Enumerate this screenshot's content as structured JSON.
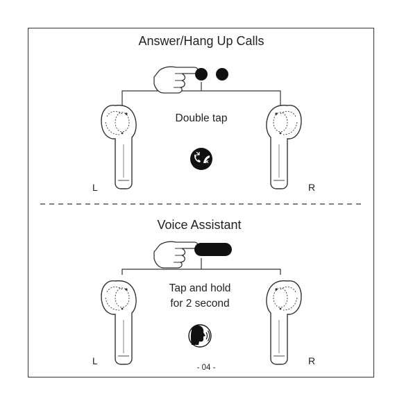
{
  "sections": [
    {
      "title": "Answer/Hang Up Calls",
      "gesture": "Double tap",
      "left_label": "L",
      "right_label": "R",
      "icon": "phone-answer-hangup-icon",
      "tap_type": "double-dot"
    },
    {
      "title": "Voice Assistant",
      "gesture_line1": "Tap and hold",
      "gesture_line2": "for 2 second",
      "left_label": "L",
      "right_label": "R",
      "icon": "voice-assistant-icon",
      "tap_type": "long-press-bar"
    }
  ],
  "page_number": "- 04 -",
  "colors": {
    "line": "#333333",
    "icon_fill": "#111111",
    "text": "#222222"
  }
}
